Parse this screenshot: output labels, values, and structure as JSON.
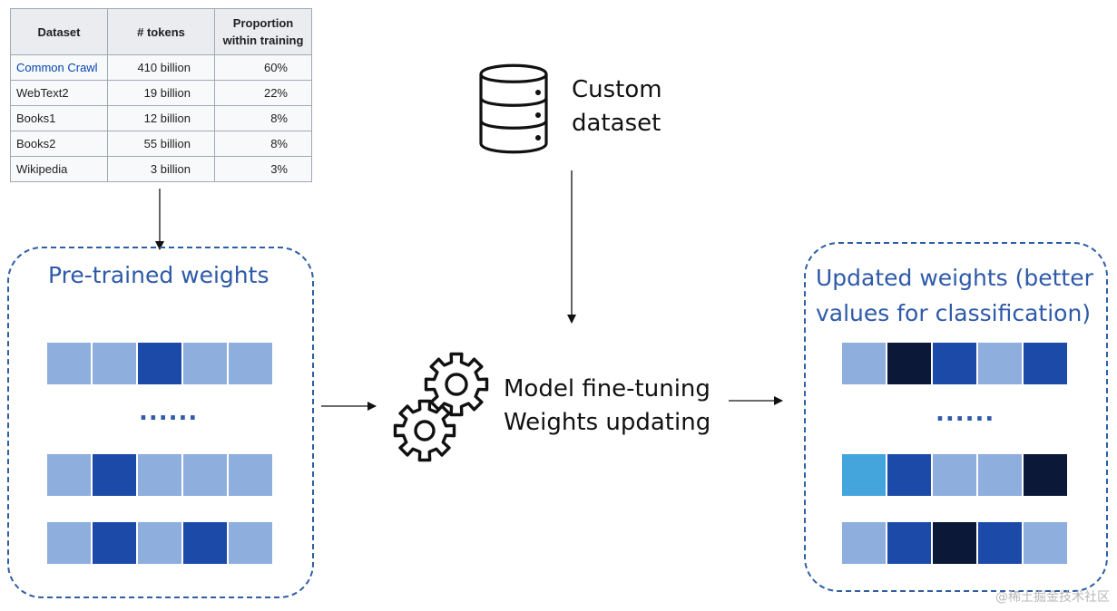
{
  "table": {
    "headers": [
      "Dataset",
      "# tokens",
      "Proportion within training"
    ],
    "rows": [
      {
        "name": "Common Crawl",
        "tokens": "410 billion",
        "proportion": "60%"
      },
      {
        "name": "WebText2",
        "tokens": "19 billion",
        "proportion": "22%"
      },
      {
        "name": "Books1",
        "tokens": "12 billion",
        "proportion": "8%"
      },
      {
        "name": "Books2",
        "tokens": "55 billion",
        "proportion": "8%"
      },
      {
        "name": "Wikipedia",
        "tokens": "3 billion",
        "proportion": "3%"
      }
    ]
  },
  "custom_dataset": {
    "line1": "Custom",
    "line2": "dataset",
    "icon": "database-icon"
  },
  "pretrained": {
    "title": "Pre-trained weights",
    "ellipsis": "......",
    "rows": [
      [
        "light",
        "light",
        "dark",
        "light",
        "light"
      ],
      [
        "light",
        "dark",
        "light",
        "light",
        "light"
      ],
      [
        "light",
        "dark",
        "light",
        "dark",
        "light"
      ]
    ]
  },
  "finetune": {
    "line1": "Model fine-tuning",
    "line2": "Weights updating",
    "icon": "gears-icon"
  },
  "updated": {
    "title_line1": "Updated weights (better",
    "title_line2": "values for classification)",
    "ellipsis": "......",
    "rows": [
      [
        "light",
        "navy",
        "dark",
        "light",
        "dark"
      ],
      [
        "sky",
        "dark",
        "light",
        "light",
        "navy"
      ],
      [
        "light",
        "dark",
        "navy",
        "dark",
        "light"
      ]
    ]
  },
  "colors": {
    "light": "#8eaedd",
    "dark": "#1c4aa8",
    "navy": "#0b1838",
    "sky": "#44a4dc",
    "accent": "#2e5aa8"
  },
  "watermark": "@稀土掘金技术社区"
}
